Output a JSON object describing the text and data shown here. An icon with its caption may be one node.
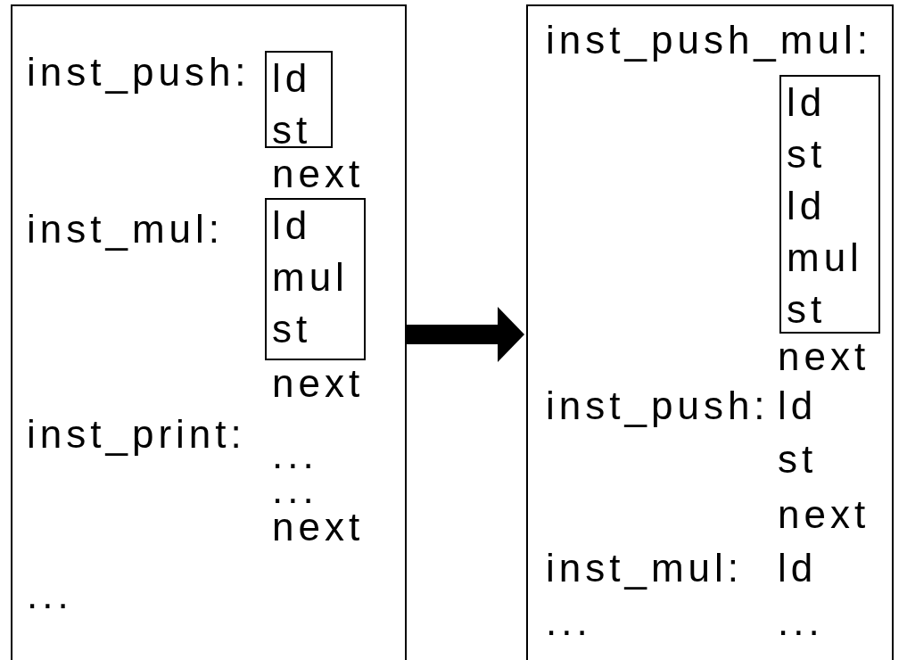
{
  "diagram": {
    "nodes": [
      {
        "text": [],
        "shape": "box"
      },
      {
        "text": [
          "ld",
          "st"
        ],
        "in": 0
      },
      {
        "text": [
          "ld",
          "mul",
          "st"
        ],
        "in": 0
      },
      {
        "text": [],
        "shape": "box"
      },
      {
        "text": [
          "ld",
          "st",
          "ld",
          "mul",
          "st"
        ],
        "in": 3
      }
    ],
    "edges": [
      {
        "from": 0,
        "to": 3,
        "arrow": "to"
      }
    ],
    "labels": [
      "inst_push:",
      "next",
      "inst_mul:",
      "next",
      "inst_print:",
      "...",
      "...",
      "next",
      "...",
      "inst_push_mul:",
      "next",
      "inst_push:",
      "ld",
      "st",
      "next",
      "inst_mul:",
      "ld",
      "...",
      "..."
    ]
  }
}
